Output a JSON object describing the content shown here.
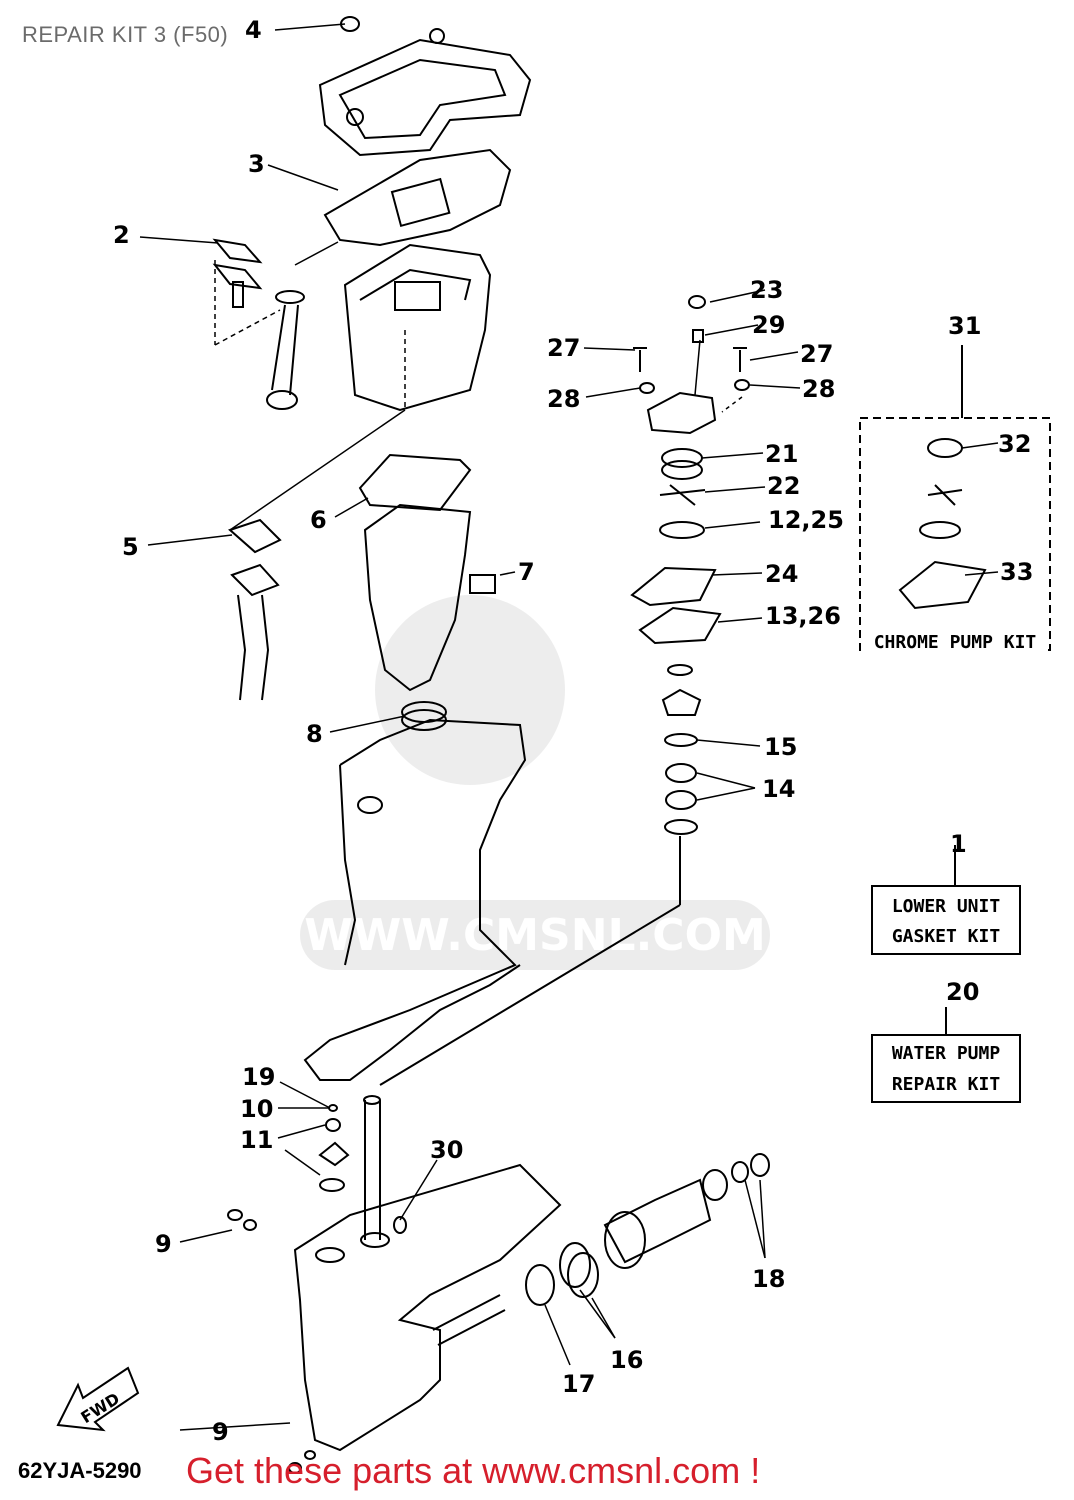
{
  "page_title": "REPAIR KIT 3 (F50)",
  "diagram_code": "62YJA-5290",
  "promo_text": "Get these parts at www.cmsnl.com !",
  "watermark": "WWW.CMSNL.COM",
  "direction_label": "FWD",
  "kit_boxes": {
    "gasket_kit": {
      "ref": "1",
      "line1": "LOWER UNIT",
      "line2": "GASKET KIT"
    },
    "water_pump_kit": {
      "ref": "20",
      "line1": "WATER PUMP",
      "line2": "REPAIR KIT"
    },
    "chrome_pump_kit": {
      "ref": "31",
      "label": "CHROME PUMP KIT"
    }
  },
  "callouts": {
    "c2": "2",
    "c3": "3",
    "c4": "4",
    "c5": "5",
    "c6": "6",
    "c7": "7",
    "c8": "8",
    "c9a": "9",
    "c9b": "9",
    "c10": "10",
    "c11": "11",
    "c12_25": "12,25",
    "c13_26": "13,26",
    "c14": "14",
    "c15": "15",
    "c16": "16",
    "c17": "17",
    "c18": "18",
    "c19": "19",
    "c21": "21",
    "c22": "22",
    "c23": "23",
    "c24": "24",
    "c27a": "27",
    "c27b": "27",
    "c28a": "28",
    "c28b": "28",
    "c29": "29",
    "c30": "30",
    "c32": "32",
    "c33": "33"
  }
}
